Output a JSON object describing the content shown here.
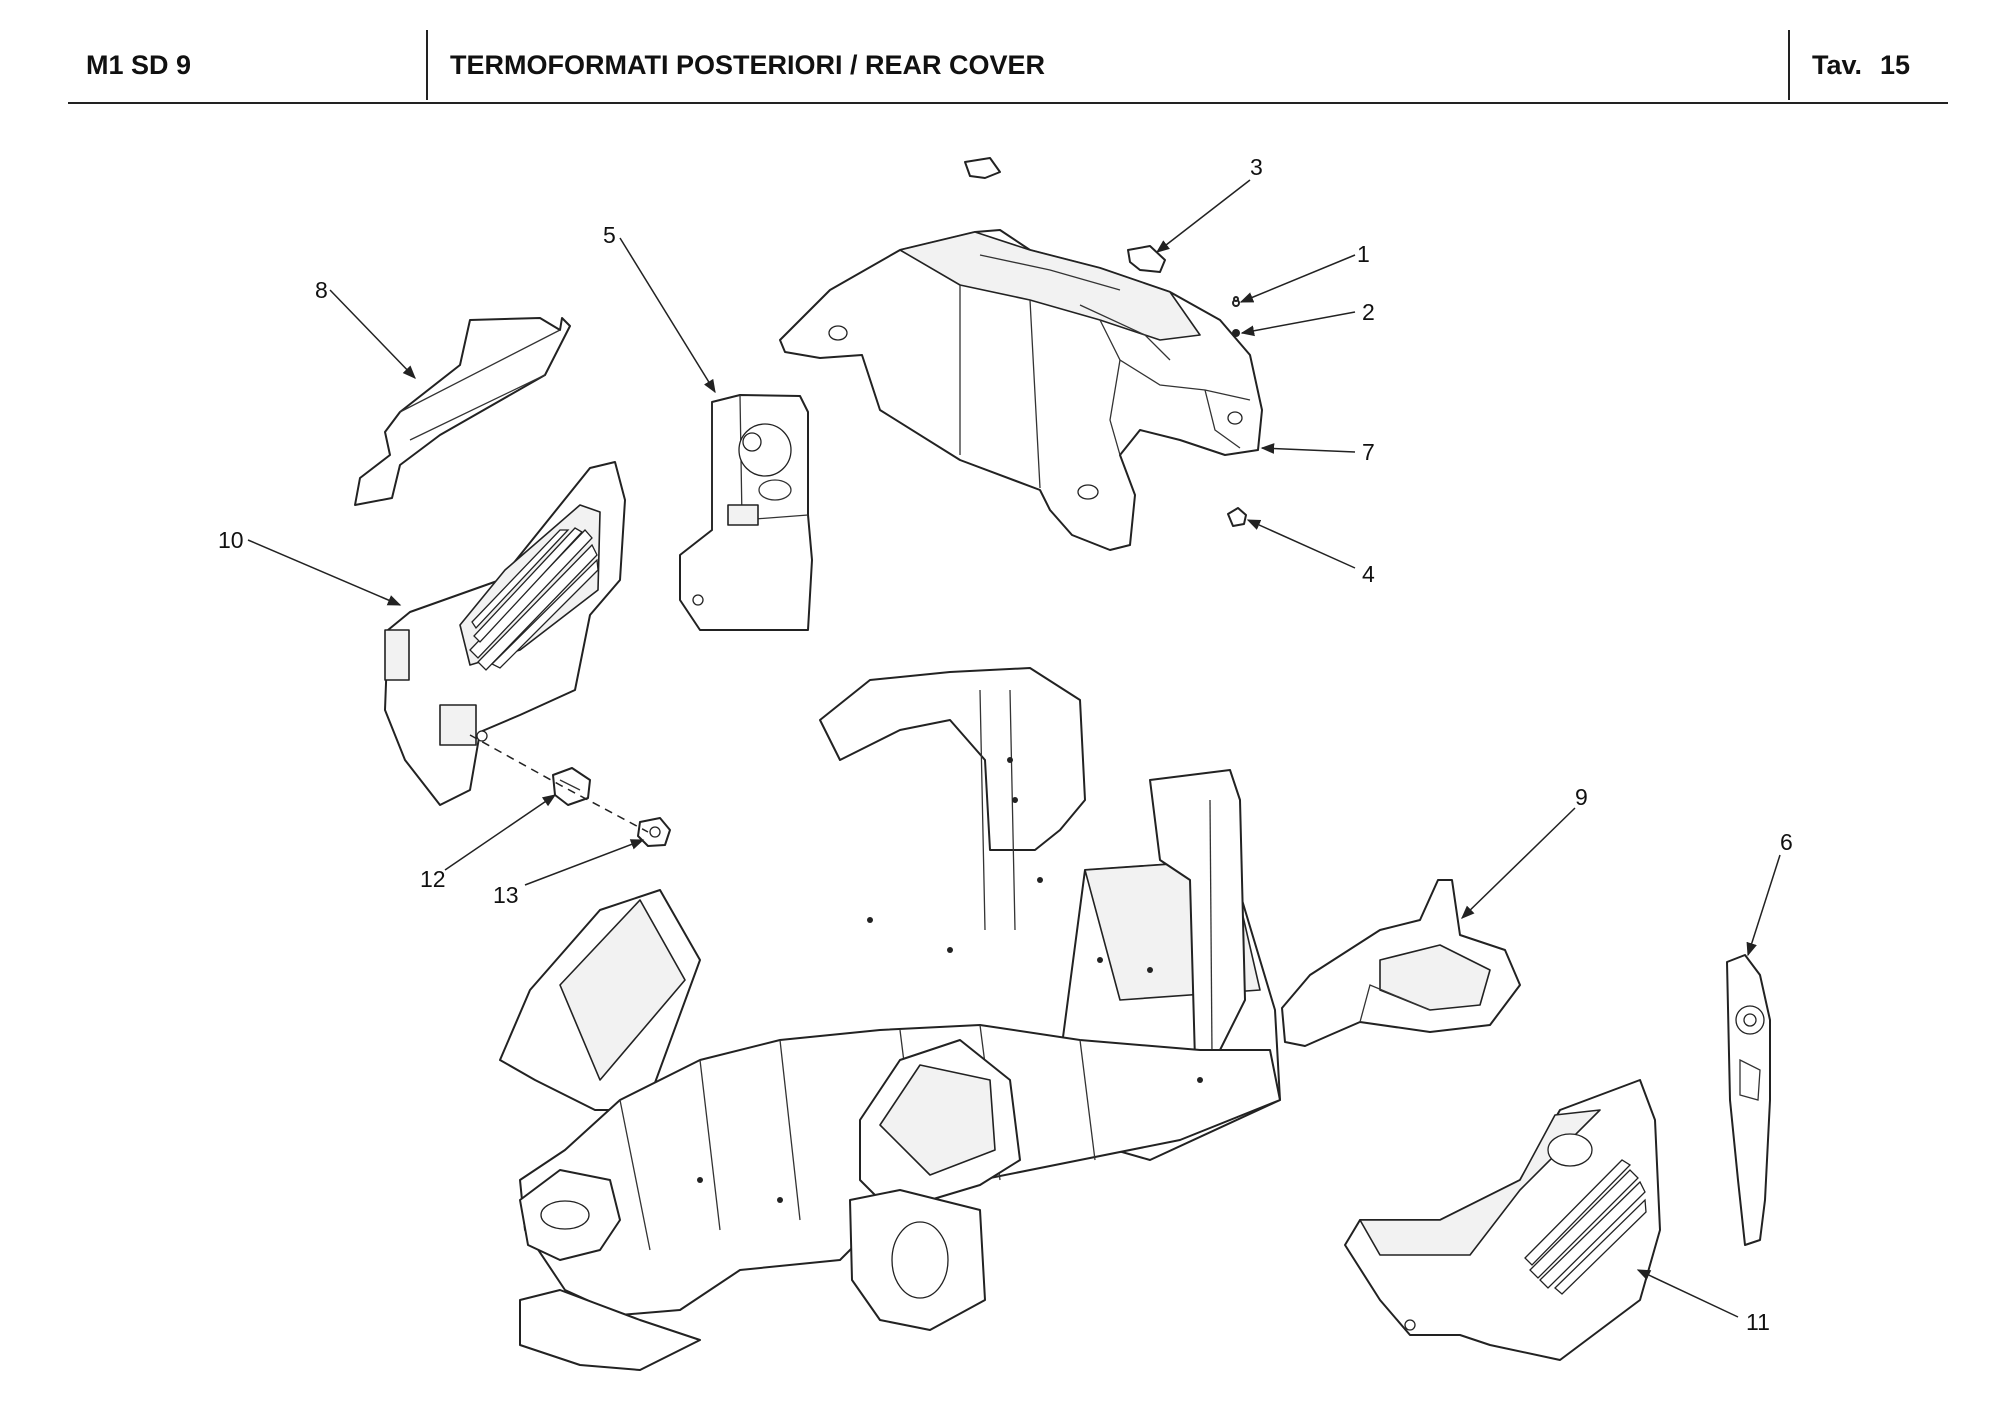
{
  "header": {
    "code": "M1 SD 9",
    "title": "TERMOFORMATI POSTERIORI / REAR COVER",
    "tav_label": "Tav.",
    "tav_number": "15"
  },
  "callouts": {
    "c1": "1",
    "c2": "2",
    "c3": "3",
    "c4": "4",
    "c5": "5",
    "c6": "6",
    "c7": "7",
    "c8": "8",
    "c9": "9",
    "c10": "10",
    "c11": "11",
    "c12": "12",
    "c13": "13"
  }
}
